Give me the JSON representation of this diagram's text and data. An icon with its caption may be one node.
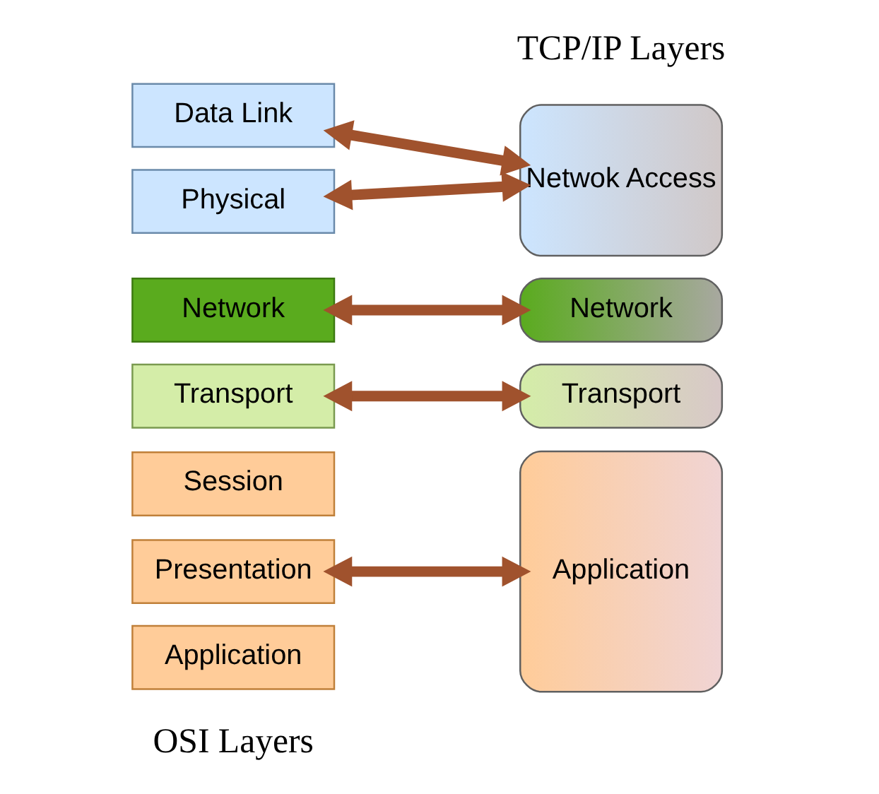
{
  "diagram": {
    "nodes": [
      {
        "text": [
          "Application"
        ]
      },
      {
        "text": [
          "Presentation"
        ]
      },
      {
        "text": [
          "Session"
        ]
      },
      {
        "text": [
          "Transport"
        ]
      },
      {
        "text": [
          "Network"
        ]
      },
      {
        "text": [
          "Data Link"
        ]
      },
      {
        "text": [
          "Physical"
        ]
      },
      {
        "text": [
          "Application"
        ]
      },
      {
        "text": [
          "Transport"
        ]
      },
      {
        "text": [
          "Network"
        ]
      },
      {
        "text": [
          "Netwok Access"
        ]
      }
    ],
    "edges": [
      {
        "from": 1,
        "to": 7,
        "arrow": "both"
      },
      {
        "from": 3,
        "to": 8,
        "arrow": "both"
      },
      {
        "from": 4,
        "to": 9,
        "arrow": "both"
      },
      {
        "from": 5,
        "to": 10,
        "arrow": "both"
      },
      {
        "from": 6,
        "to": 10,
        "arrow": "both"
      }
    ],
    "labels": [
      "OSI Layers",
      "TCP/IP Layers"
    ]
  }
}
